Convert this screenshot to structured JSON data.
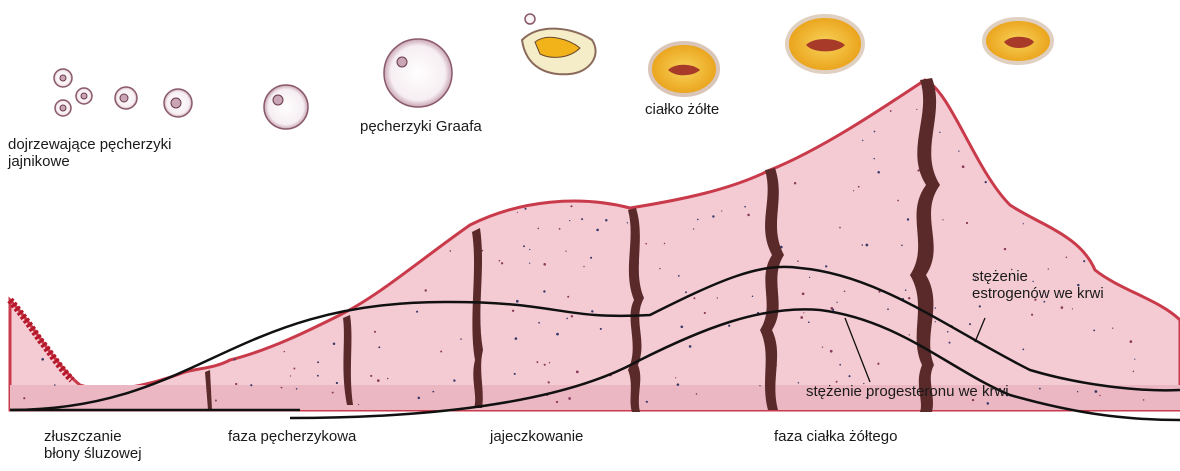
{
  "labels": {
    "maturing_follicles": [
      "dojrzewające pęcherzyki",
      "jajnikowe"
    ],
    "graafian_follicles": "pęcherzyki Graafa",
    "corpus_luteum": "ciałko żółte",
    "estrogen_level": [
      "stężenie",
      "estrogenów we krwi"
    ],
    "progesterone_level": "stężenie progesteronu we krwi"
  },
  "phases": {
    "shedding": [
      "złuszczanie",
      "błony śluzowej"
    ],
    "follicular": "faza pęcherzykowa",
    "ovulation": "jajeczkowanie",
    "luteal": "faza ciałka żółtego"
  },
  "colors": {
    "endometrium_fill": "#f4cbd3",
    "endometrium_edge": "#c93a4a",
    "gland": "#5a2a2a",
    "hormone_curve": "#111111",
    "corpus_luteum_outer": "#f2b21a",
    "corpus_luteum_core": "#a83a2a",
    "follicle_outline": "#8a5a6a"
  }
}
